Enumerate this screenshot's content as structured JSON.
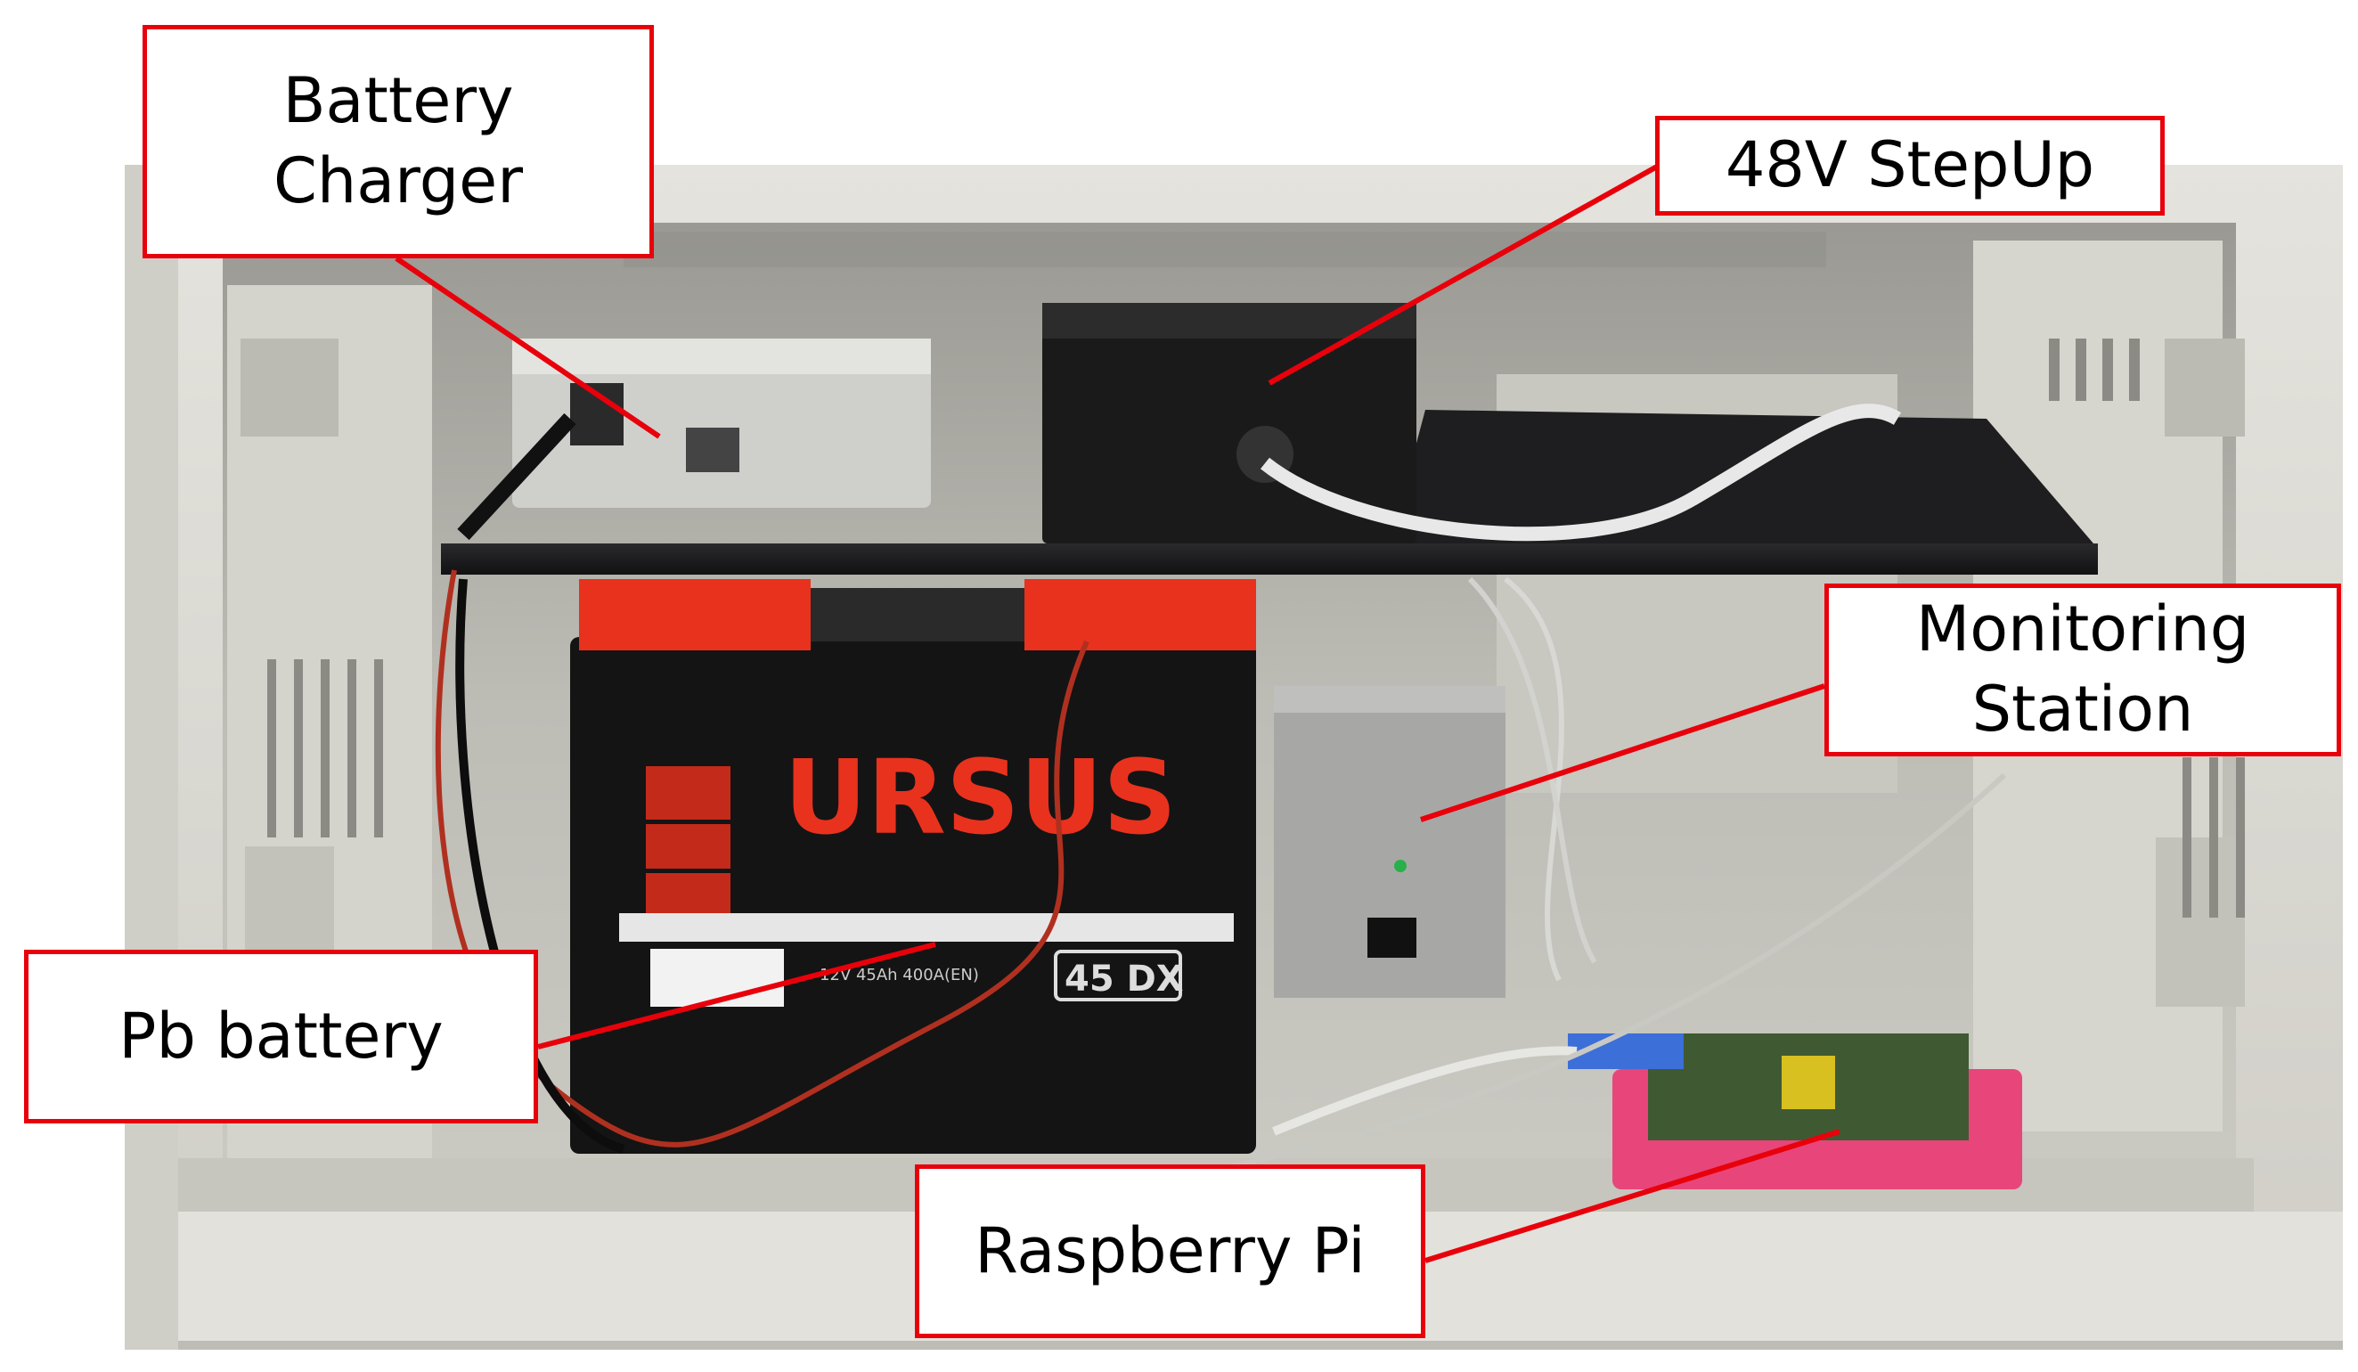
{
  "labels": {
    "battery_charger": "Battery\nCharger",
    "stepup": "48V StepUp",
    "monitoring_station": "Monitoring\nStation",
    "pb_battery": "Pb battery",
    "raspberry_pi": "Raspberry Pi"
  },
  "photo": {
    "battery_brand": "URSUS",
    "battery_model": "45 DX",
    "battery_specs": "12V 45Ah 400A(EN)"
  },
  "colors": {
    "callout_border": "#e8000b",
    "leader_line": "#e8000b",
    "cabinet": "#d9d8d2",
    "battery_lid": "#e8321e",
    "pi_case": "#e8457a"
  }
}
